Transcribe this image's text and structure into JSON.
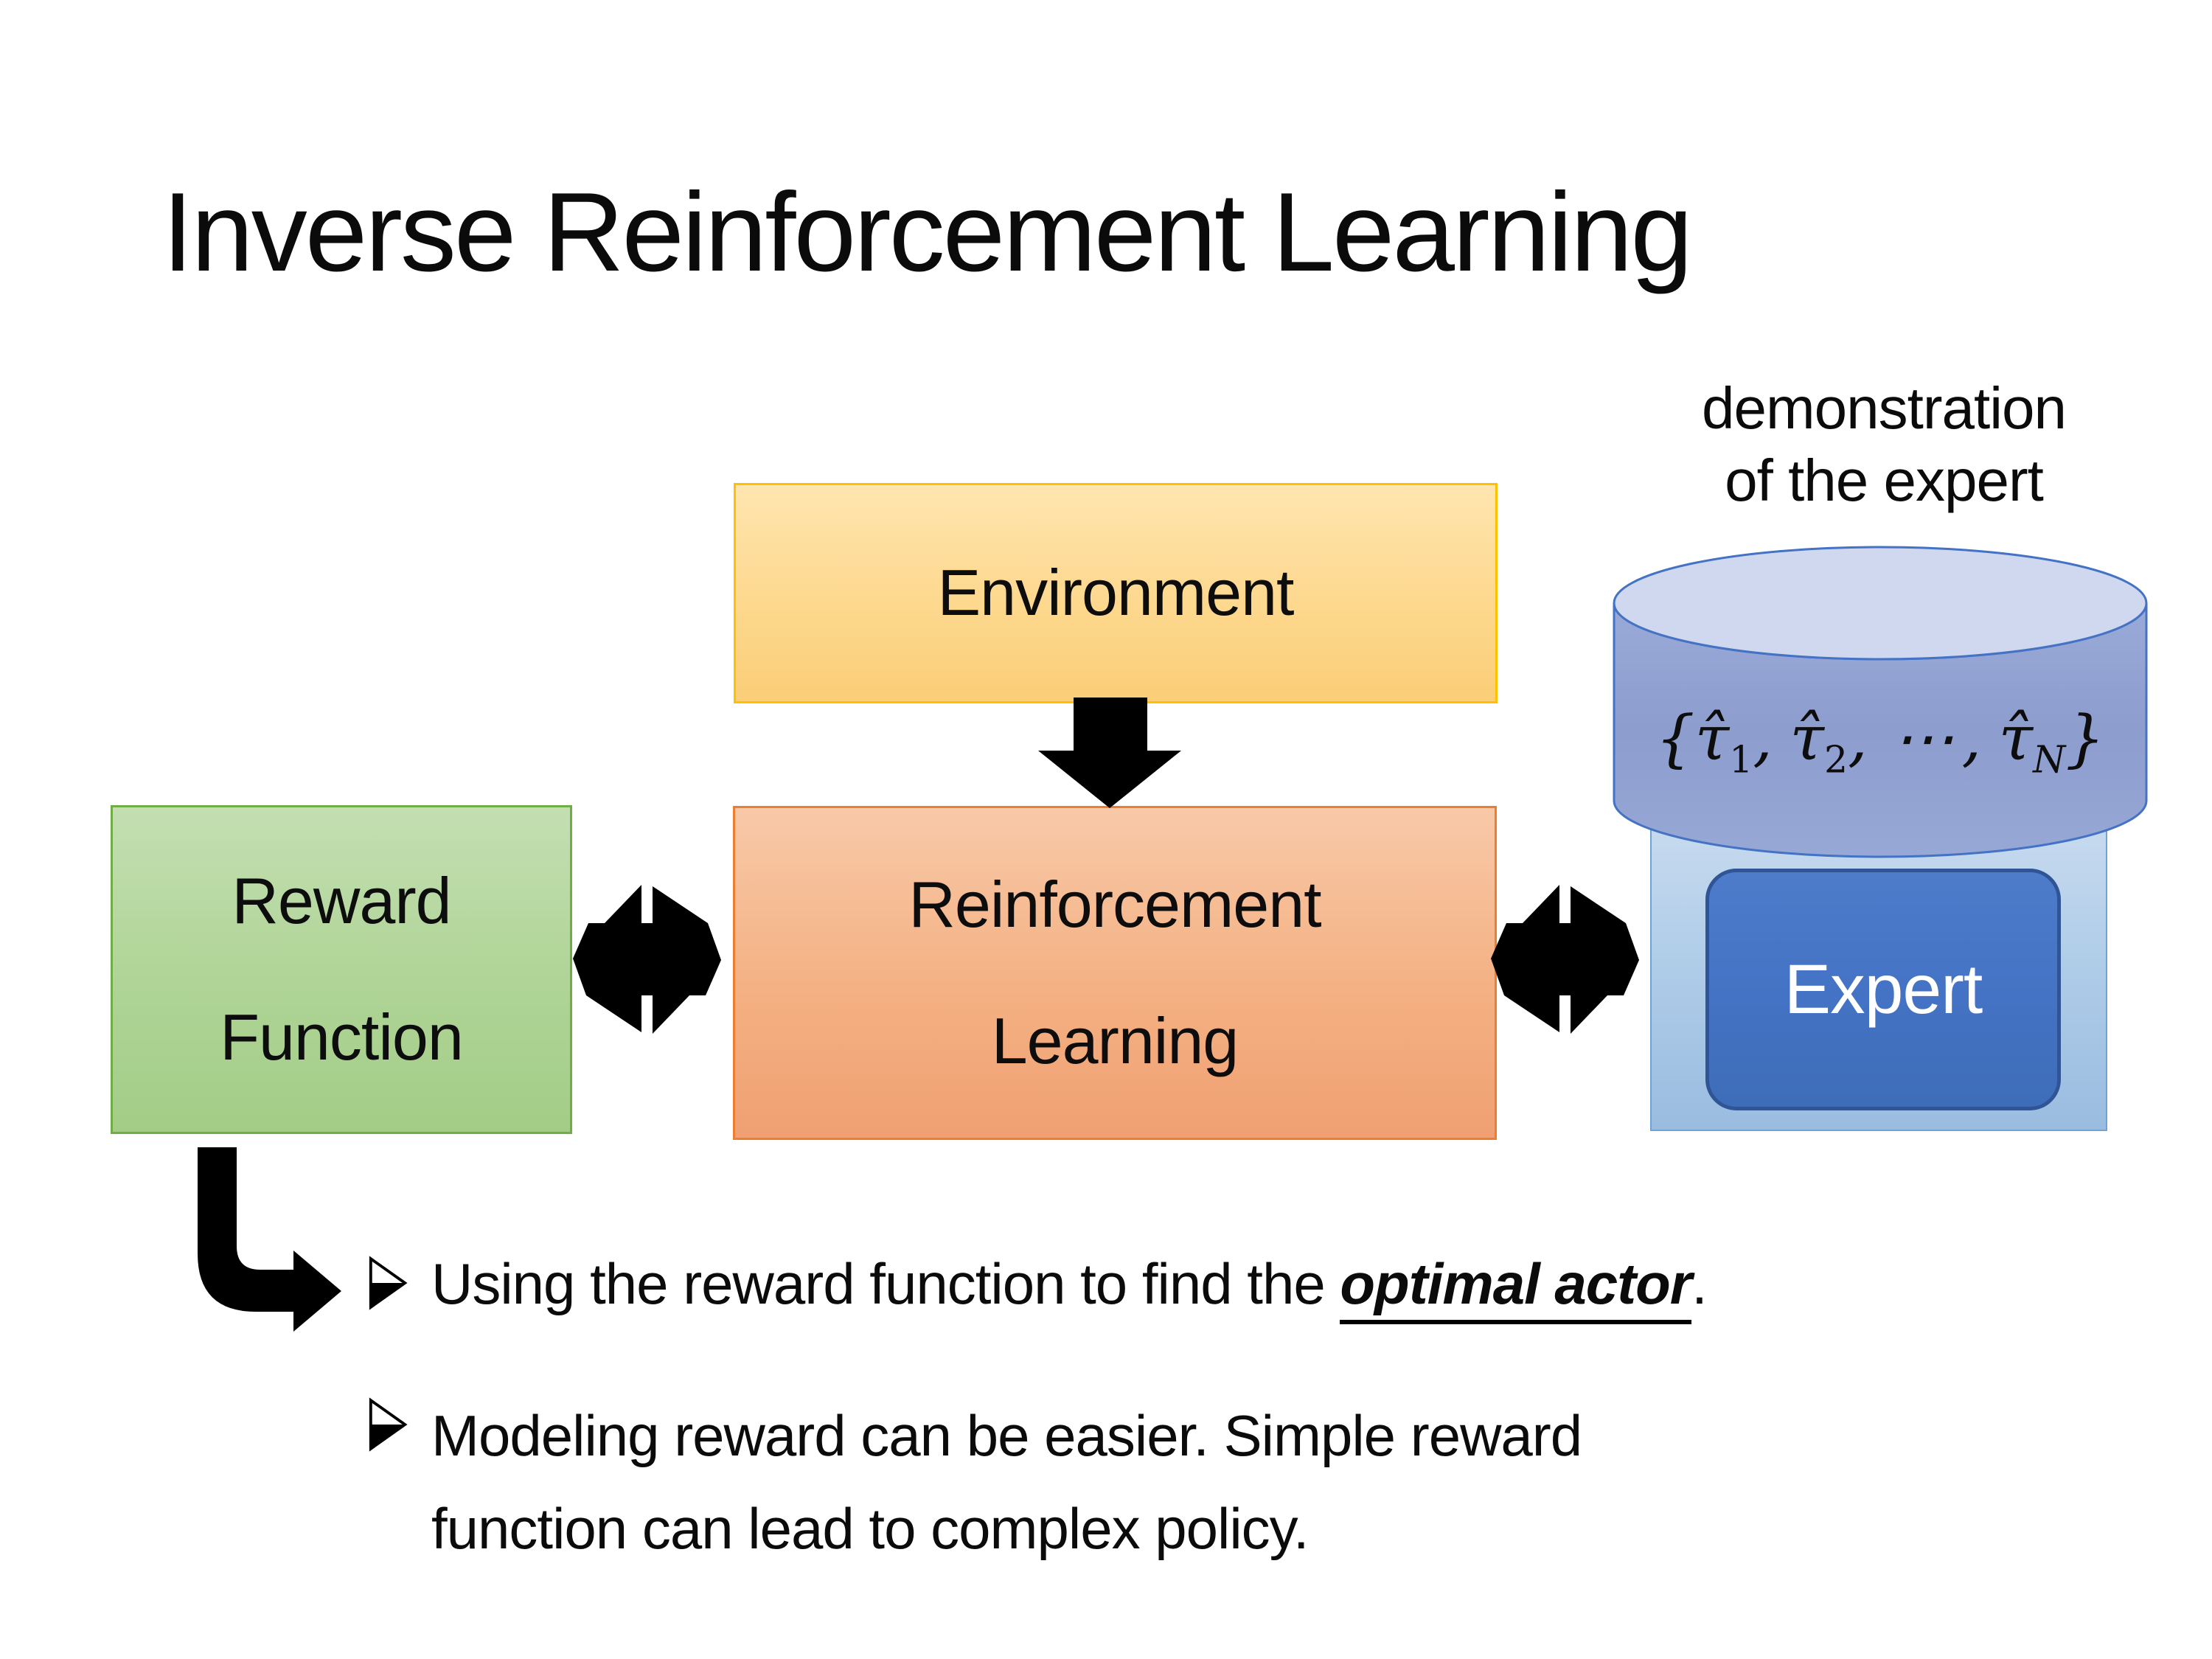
{
  "slide": {
    "title": "Inverse Reinforcement Learning",
    "annotation": {
      "line1": "demonstration",
      "line2": "of the expert"
    },
    "boxes": {
      "environment": {
        "label": "Environment",
        "border_color": "#FFC000",
        "fill_top": "#FFE5AF",
        "fill_bottom": "#FBCE77"
      },
      "reward": {
        "line1": "Reward",
        "line2": "Function",
        "border_color": "#70AD47",
        "fill_top": "#C3DFB2",
        "fill_bottom": "#A3CD87"
      },
      "reinforcement": {
        "line1": "Reinforcement",
        "line2": "Learning",
        "border_color": "#ED7D31",
        "fill_top": "#F8C9A8",
        "fill_bottom": "#F0A072"
      },
      "expert_backdrop": {
        "border_color": "#6FA3D8",
        "fill_top": "#C9DBEF",
        "fill_bottom": "#9ABCE0"
      },
      "expert": {
        "label": "Expert",
        "fill": "#4472C4",
        "border_color": "#2F5597",
        "text_color": "#FFFFFF"
      }
    },
    "cylinder": {
      "body_fill": "#8FA0D1",
      "top_fill": "#CFD8EE",
      "border_color": "#4472C4",
      "formula": {
        "open": "{",
        "tau": "τ̂",
        "sub1": "1",
        "sub2": "2",
        "subN": "N",
        "comma": ",",
        "dots": "⋯",
        "close": "}"
      }
    },
    "bullets": [
      {
        "prefix": "Using the reward function to find the ",
        "emphasis": "optimal actor",
        "suffix": "."
      },
      {
        "line1": "Modeling reward can be easier. Simple reward",
        "line2": "function can lead to complex policy."
      }
    ],
    "arrow_color": "#000000"
  }
}
